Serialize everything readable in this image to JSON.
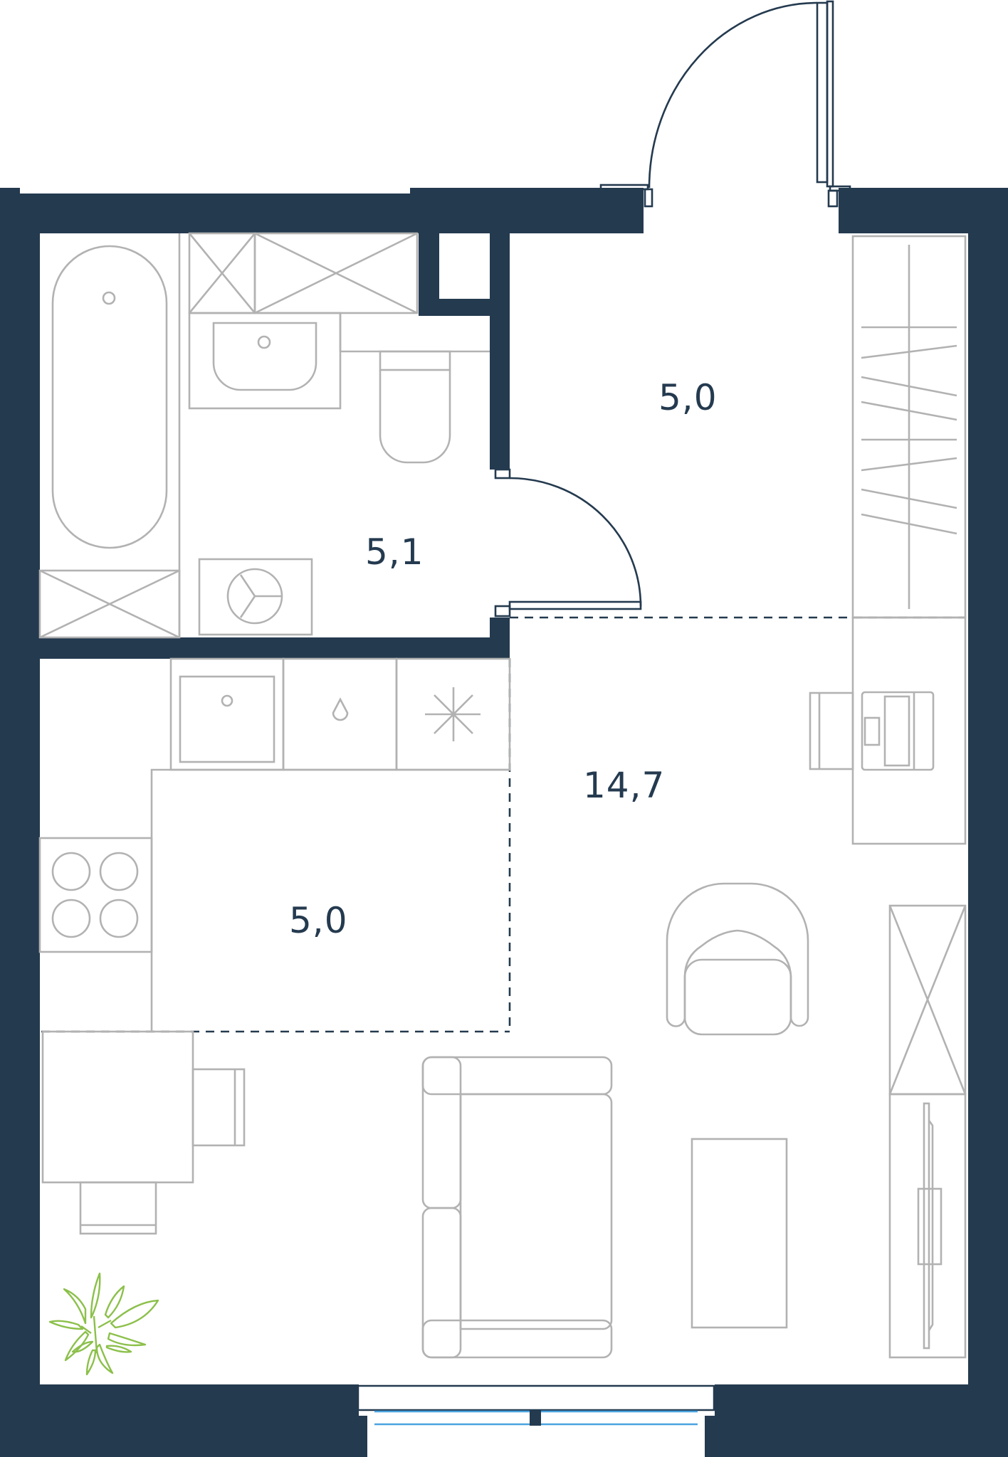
{
  "colors": {
    "wall": "#243a4f",
    "furniture": "#b2b2b2",
    "label": "#243a4f",
    "plant": "#8cc04b",
    "window_glass": "#4aa3df"
  },
  "rooms": {
    "hall": {
      "area": "5,0"
    },
    "bathroom": {
      "area": "5,1"
    },
    "living": {
      "area": "14,7"
    },
    "kitchen": {
      "area": "5,0"
    }
  }
}
